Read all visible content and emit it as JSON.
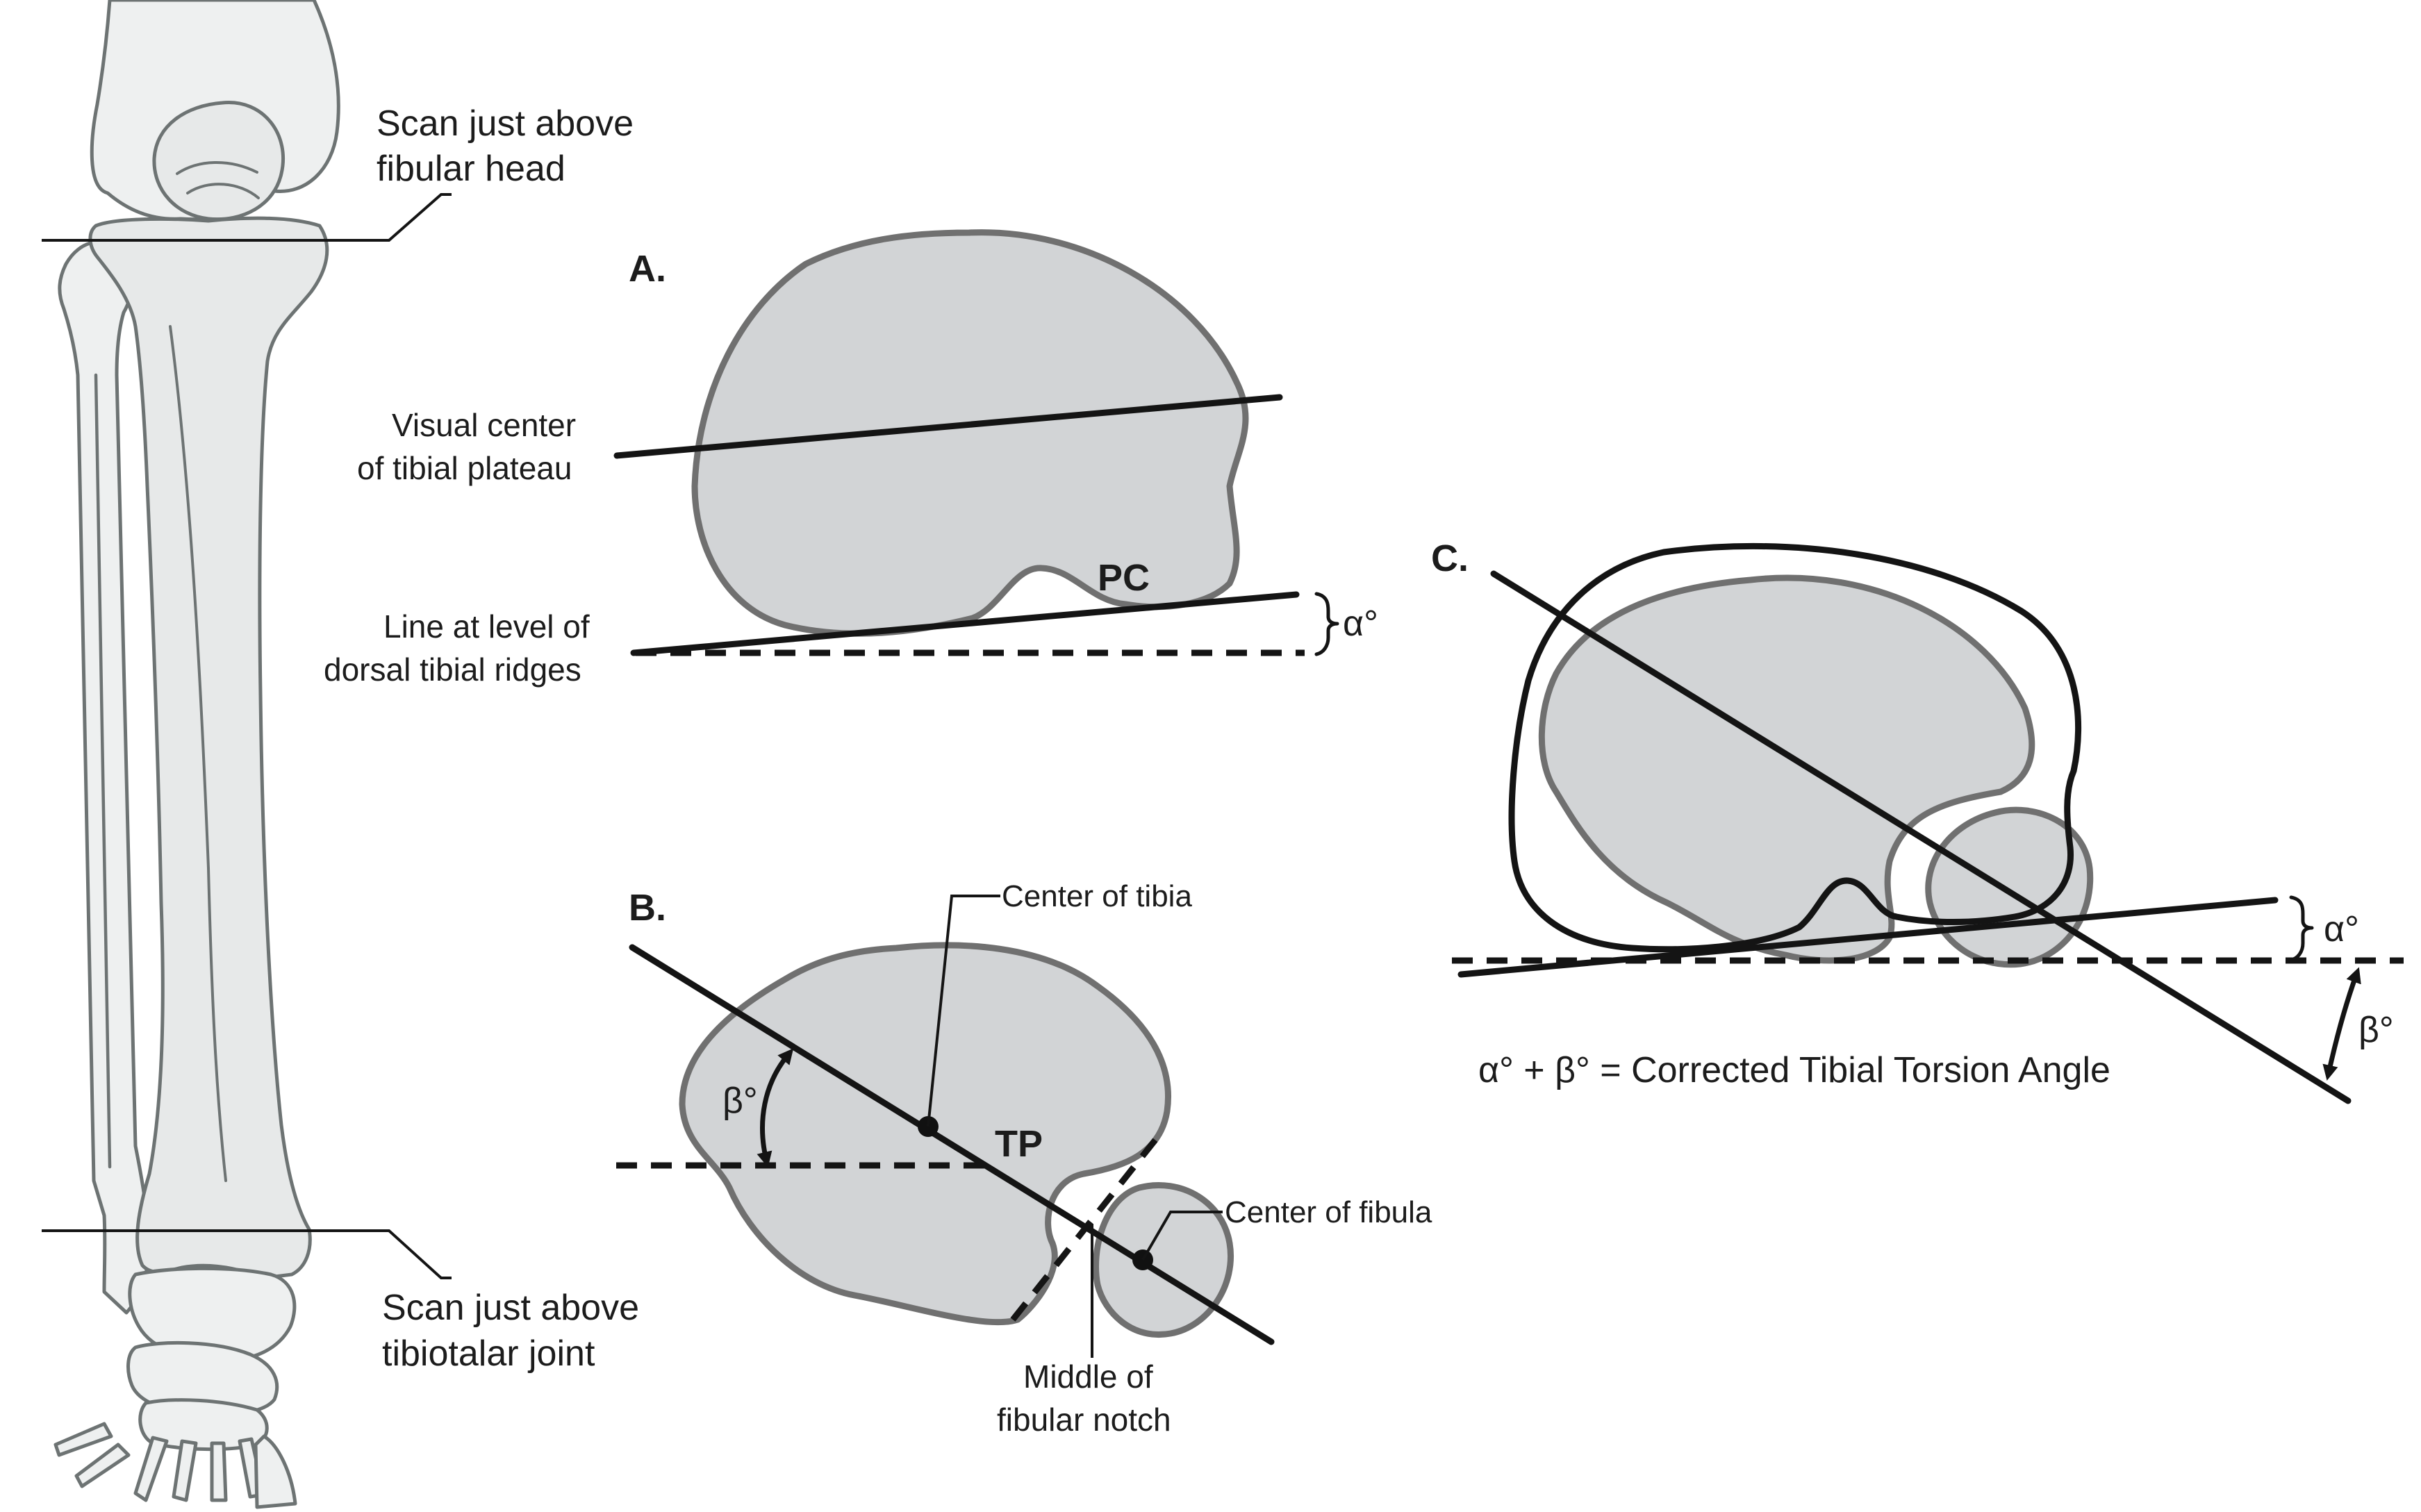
{
  "leg": {
    "scan_top_line1": "Scan just above",
    "scan_top_line2": "fibular head",
    "scan_bottom_line1": "Scan just above",
    "scan_bottom_line2": "tibiotalar joint"
  },
  "panel_a": {
    "letter": "A.",
    "visual_center_line1": "Visual center",
    "visual_center_line2": "of tibial plateau",
    "dorsal_line1": "Line at level of",
    "dorsal_line2": "dorsal tibial ridges",
    "pc_label": "PC",
    "alpha_label": "α°"
  },
  "panel_b": {
    "letter": "B.",
    "center_tibia": "Center of tibia",
    "tp_label": "TP",
    "beta_label": "β°",
    "center_fibula": "Center of fibula",
    "notch_line1": "Middle of",
    "notch_line2": "fibular notch"
  },
  "panel_c": {
    "letter": "C.",
    "alpha_label": "α°",
    "beta_label": "β°",
    "formula": "α° + β° = Corrected Tibial Torsion Angle"
  },
  "colors": {
    "section_fill": "#d2d4d6",
    "section_stroke": "#707070",
    "bone_fill": "#e7e9e9",
    "line": "#141414"
  }
}
